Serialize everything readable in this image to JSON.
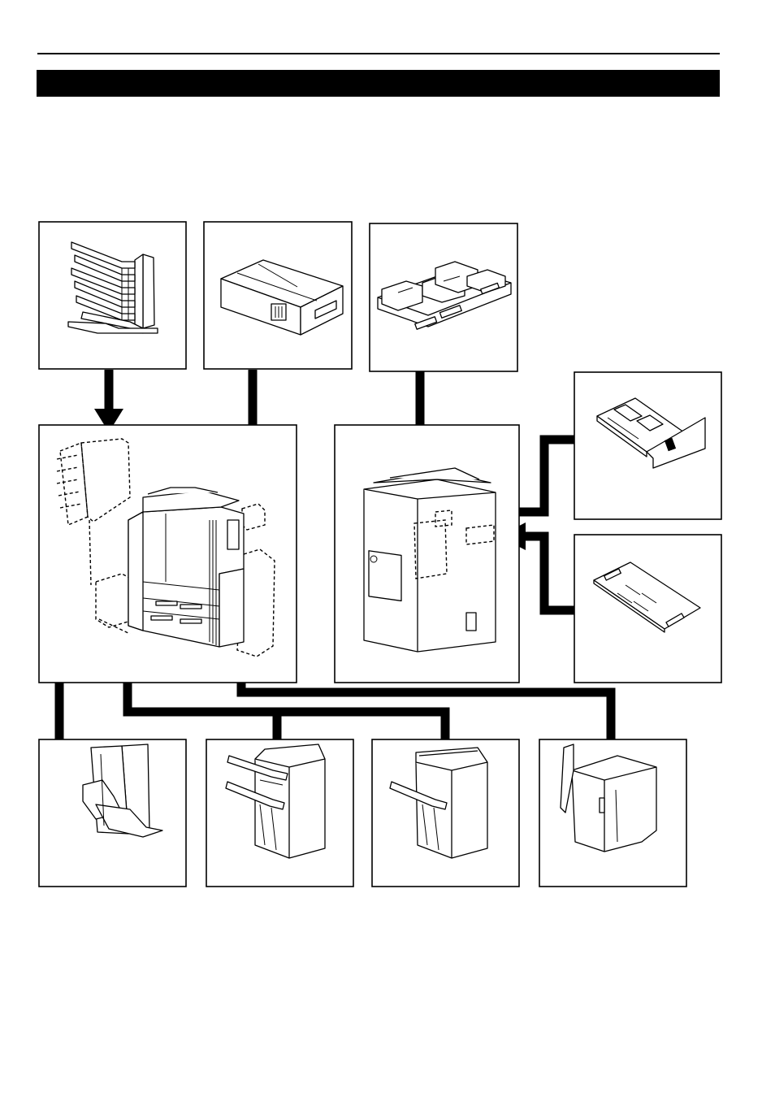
{
  "header": {
    "section_title": "",
    "intro_text": ""
  },
  "figure": {
    "panels": [
      {
        "id": "sorter",
        "icon": "multi-tray-sorter"
      },
      {
        "id": "key-counter",
        "icon": "key-counter"
      },
      {
        "id": "printer-kit",
        "icon": "printer-board-kit"
      },
      {
        "id": "network-card",
        "icon": "network-interface-card"
      },
      {
        "id": "memory-board",
        "icon": "expansion-board"
      },
      {
        "id": "document-finisher",
        "icon": "document-finisher"
      },
      {
        "id": "finisher-a",
        "icon": "finisher"
      },
      {
        "id": "finisher-b",
        "icon": "finisher-with-punch"
      },
      {
        "id": "side-feeder",
        "icon": "large-capacity-side-feeder"
      },
      {
        "id": "copier-front",
        "icon": "copier-with-options"
      },
      {
        "id": "copier-rear",
        "icon": "copier-rear-view"
      }
    ]
  }
}
